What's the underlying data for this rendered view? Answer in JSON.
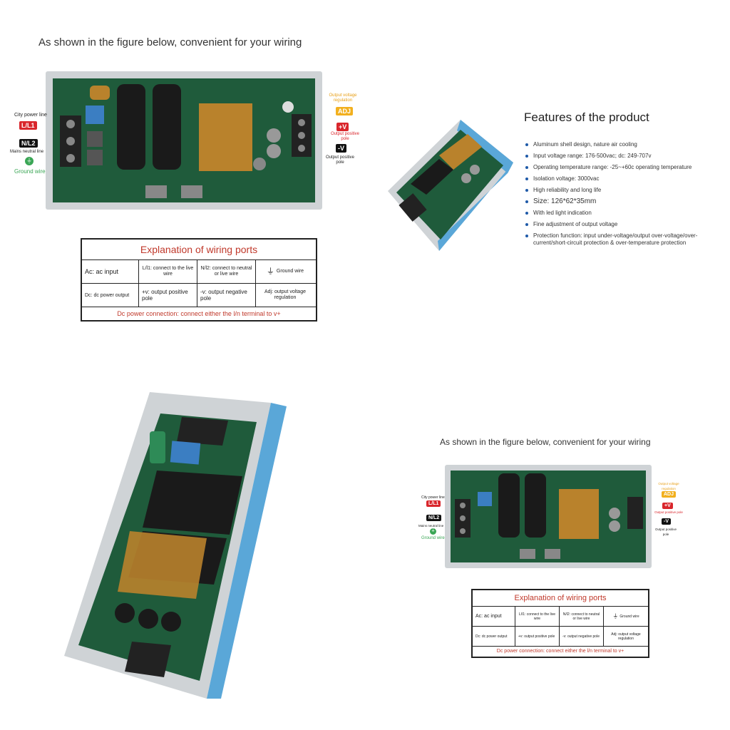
{
  "top_left": {
    "heading": "As shown in the figure below, convenient for your wiring",
    "labels": {
      "city_power_line": "City power line",
      "l_l1": "L/L1",
      "n_l2": "N/L2",
      "mains_neutral_line": "Mains neutral line",
      "ground_wire": "Ground wire",
      "output_voltage_regulation": "Output voltage regulation",
      "adj": "ADJ",
      "plus_v": "+V",
      "output_positive_pole": "Output positive pole",
      "minus_v": "-V",
      "output_positive_pole_2": "Output positive pole"
    }
  },
  "wiring_table": {
    "title": "Explanation of wiring ports",
    "row1": [
      "Ac: ac input",
      "L/l1: connect to the live wire",
      "N/l2: connect to neutral or live wire",
      "Ground wire"
    ],
    "row2": [
      "Dc: dc power output",
      "+v: output positive pole",
      "-v: output negative pole",
      "Adj: output voltage regulation"
    ],
    "footer": "Dc power connection: connect either the l/n terminal to v+"
  },
  "features": {
    "title": "Features of the product",
    "items": [
      "Aluminum shell design, nature air cooling",
      "Input voltage range: 176-500vac; dc: 249-707v",
      "Operating temperature range: -25~+60c operating temperature",
      "Isolation voltage: 3000vac",
      "High reliability and long life",
      "Size: 126*62*35mm",
      "With led light indication",
      "Fine adjustment of output voltage",
      "Protection function: input under-voltage/output over-voltage/over-current/short-circuit protection & over-temperature protection"
    ]
  },
  "bottom_right": {
    "heading": "As shown in the figure below, convenient for your wiring",
    "labels": {
      "city_power_line": "City power line",
      "l_l1": "L/L1",
      "n_l2": "N/L2",
      "mains_neutral_line": "Mains neutral line",
      "ground_wire": "Ground wire",
      "output_voltage_regulation": "Output voltage regulation",
      "adj": "ADJ",
      "plus_v": "+V",
      "output_positive_pole": "Output positive pole",
      "minus_v": "-V",
      "output_positive_pole_2": "Output positive pole"
    }
  },
  "colors": {
    "pcb_green": "#1f5b3b",
    "shell_silver": "#cfd3d6",
    "shell_blue": "#5aa7d8",
    "capacitor_black": "#1a1a1a",
    "transformer_amber": "#b9822c",
    "table_red": "#c0392b",
    "bullet_blue": "#1e5aa8",
    "ground_green": "#3aa655"
  }
}
